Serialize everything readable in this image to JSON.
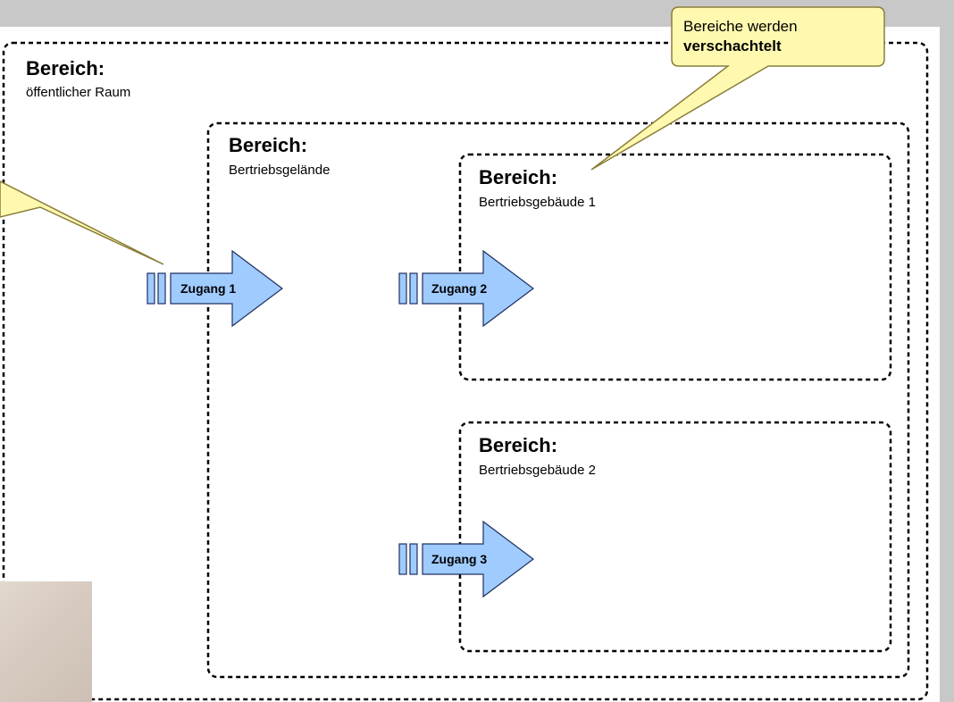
{
  "areas": [
    {
      "title": "Bereich:",
      "subtitle": "öffentlicher Raum"
    },
    {
      "title": "Bereich:",
      "subtitle": "Bertriebsgelände"
    },
    {
      "title": "Bereich:",
      "subtitle": "Bertriebsgebäude 1"
    },
    {
      "title": "Bereich:",
      "subtitle": "Bertriebsgebäude 2"
    }
  ],
  "accesses": [
    {
      "label": "Zugang 1"
    },
    {
      "label": "Zugang 2"
    },
    {
      "label": "Zugang 3"
    }
  ],
  "callout": {
    "line1": "Bereiche werden",
    "line2": "verschachtelt"
  },
  "colors": {
    "background": "#c8c8c8",
    "canvas": "#ffffff",
    "arrow_fill": "#9fcbff",
    "arrow_stroke": "#203060",
    "callout_fill": "#fff9b0",
    "callout_stroke": "#8a7d3a"
  }
}
